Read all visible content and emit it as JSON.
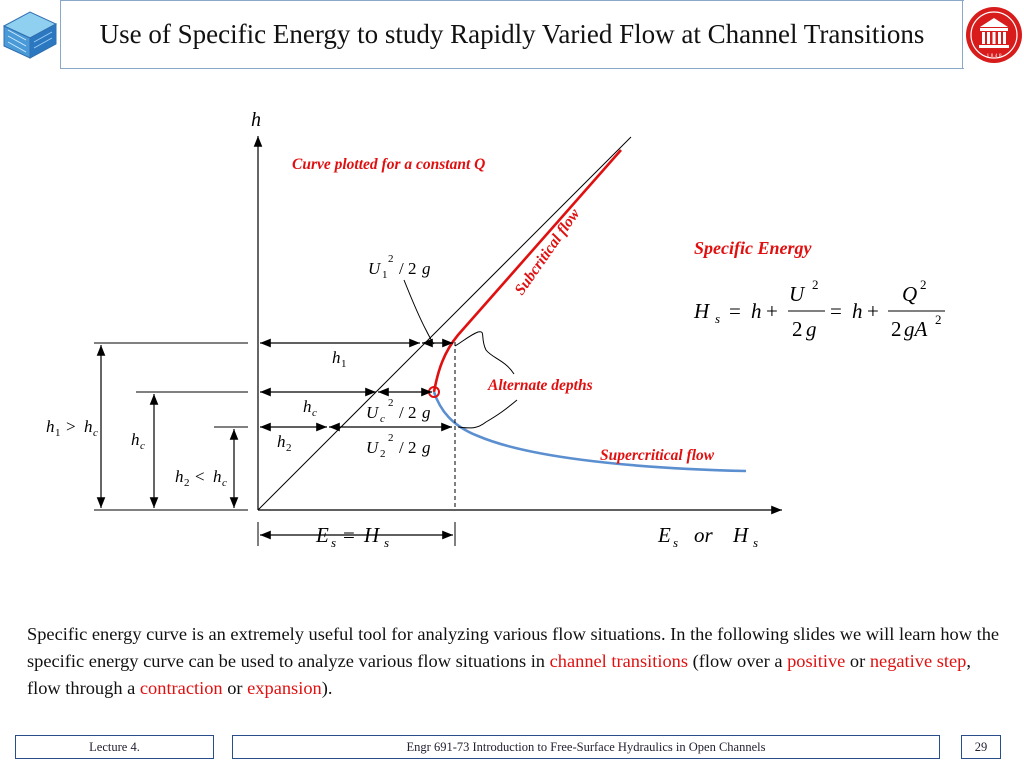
{
  "header": {
    "title": "Use of Specific Energy to study Rapidly Varied Flow at Channel Transitions"
  },
  "logo_right_year": "1 8 4 8",
  "diagram": {
    "h_axis_label": "h",
    "x_axis_label": {
      "E": "E",
      "Es_sub": "s",
      "or": "or",
      "H": "H",
      "Hs_sub": "s"
    },
    "curve_note": "Curve plotted for a constant Q",
    "subcritical": "Subcritical flow",
    "supercritical": "Supercritical flow",
    "alternate_depths": "Alternate depths",
    "specific_energy_title": "Specific Energy",
    "h1": {
      "h": "h",
      "sub": "1"
    },
    "hc": {
      "h": "h",
      "sub": "c"
    },
    "h2": {
      "h": "h",
      "sub": "2"
    },
    "h1_gt_hc": {
      "h": "h",
      "sub1": "1",
      "op": ">",
      "h2": "h",
      "sub2": "c"
    },
    "h2_lt_hc": {
      "h": "h",
      "sub1": "2",
      "op": "<",
      "h2": "h",
      "sub2": "c"
    },
    "u1": {
      "U": "U",
      "sub": "1",
      "sup": "2",
      "rest": "/ 2",
      "g": "g"
    },
    "uc": {
      "U": "U",
      "sub": "c",
      "sup": "2",
      "rest": "/ 2",
      "g": "g"
    },
    "u2": {
      "U": "U",
      "sub": "2",
      "sup": "2",
      "rest": "/ 2",
      "g": "g"
    },
    "es_hs": {
      "E": "E",
      "sub1": "s",
      "eq": "=",
      "H": "H",
      "sub2": "s"
    },
    "formula": {
      "H": "H",
      "Hsub": "s",
      "eq1": "=",
      "h1": "h",
      "plus1": "+",
      "num1": "U",
      "num1sup": "2",
      "den1a": "2",
      "den1b": "g",
      "eq2": "=",
      "h2": "h",
      "plus2": "+",
      "num2": "Q",
      "num2sup": "2",
      "den2a": "2",
      "den2b": "gA",
      "den2sup": "2"
    }
  },
  "paragraph": {
    "part1": "Specific energy curve is an extremely useful tool for analyzing various flow situations. In the following slides we will learn how the specific energy curve can be used to analyze various flow situations in ",
    "channel_transitions": "channel transitions",
    "part2": " (flow over a ",
    "positive": "positive",
    "part3": " or ",
    "negative_step": "negative step",
    "part4": ", flow through a ",
    "contraction": "contraction",
    "part5": " or ",
    "expansion": "expansion",
    "part6": ")."
  },
  "footer": {
    "lecture": "Lecture 4.",
    "course": "Engr 691-73 Introduction to Free-Surface Hydraulics in Open Channels",
    "page": "29"
  },
  "colors": {
    "red": "#e01010",
    "blue": "#5b8fd0",
    "frame": "#2a4e8c"
  }
}
